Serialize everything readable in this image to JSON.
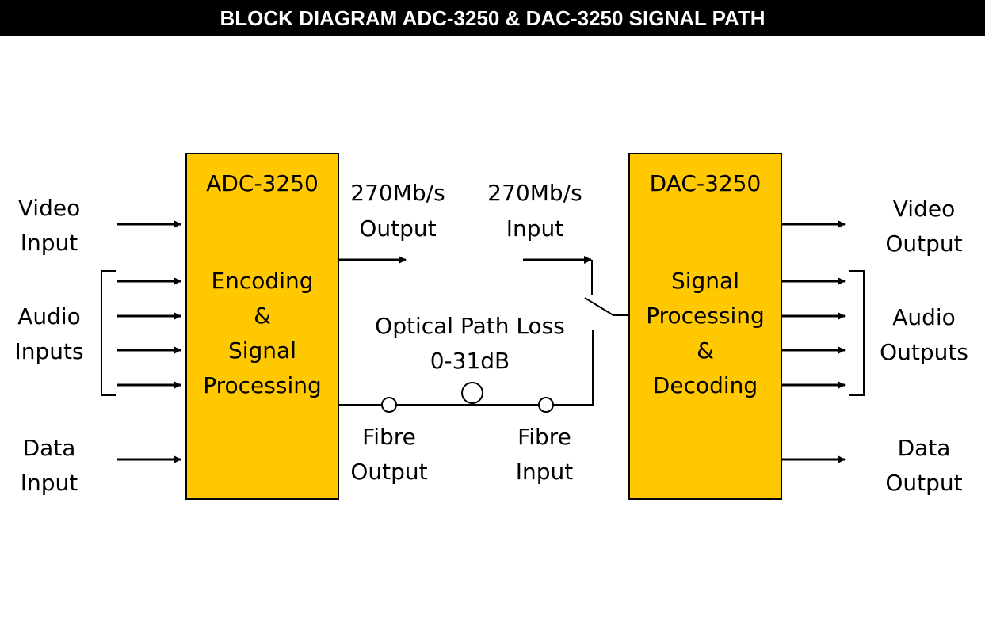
{
  "title": "BLOCK DIAGRAM ADC-3250 & DAC-3250 SIGNAL PATH",
  "colors": {
    "block_fill": "#ffc800",
    "line": "#000000",
    "title_bar": "#000000",
    "title_text": "#ffffff"
  },
  "adc": {
    "name": "ADC-3250",
    "function": [
      "Encoding",
      "&",
      "Signal",
      "Processing"
    ]
  },
  "dac": {
    "name": "DAC-3250",
    "function": [
      "Signal",
      "Processing",
      "&",
      "Decoding"
    ]
  },
  "left_labels": {
    "video": [
      "Video",
      "Input"
    ],
    "audio": [
      "Audio",
      "Inputs"
    ],
    "data": [
      "Data",
      "Input"
    ]
  },
  "right_labels": {
    "video": [
      "Video",
      "Output"
    ],
    "audio": [
      "Audio",
      "Outputs"
    ],
    "data": [
      "Data",
      "Output"
    ]
  },
  "middle": {
    "output_rate": [
      "270Mb/s",
      "Output"
    ],
    "input_rate": [
      "270Mb/s",
      "Input"
    ],
    "loss": [
      "Optical Path Loss",
      "0-31dB"
    ],
    "fibre_out": [
      "Fibre",
      "Output"
    ],
    "fibre_in": [
      "Fibre",
      "Input"
    ]
  }
}
